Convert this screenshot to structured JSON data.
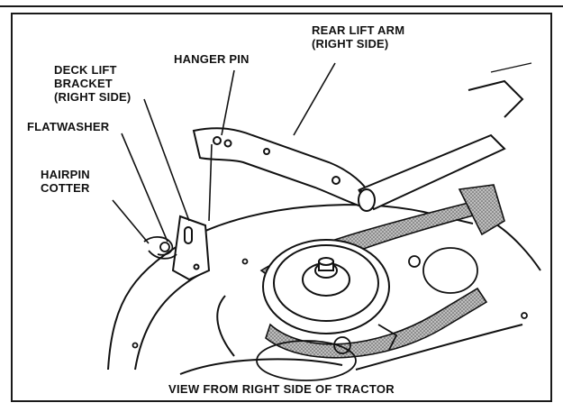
{
  "labels": {
    "rear_lift_arm_line1": "REAR LIFT ARM",
    "rear_lift_arm_line2": "(RIGHT SIDE)",
    "hanger_pin": "HANGER PIN",
    "deck_lift_bracket_line1": "DECK LIFT",
    "deck_lift_bracket_line2": "BRACKET",
    "deck_lift_bracket_line3": "(RIGHT SIDE)",
    "flatwasher": "FLATWASHER",
    "hairpin_cotter_line1": "HAIRPIN",
    "hairpin_cotter_line2": "COTTER"
  },
  "caption": "VIEW FROM RIGHT SIDE OF TRACTOR",
  "colors": {
    "ink": "#111111",
    "belt_fill": "#9a9a9a",
    "paper": "#ffffff"
  }
}
